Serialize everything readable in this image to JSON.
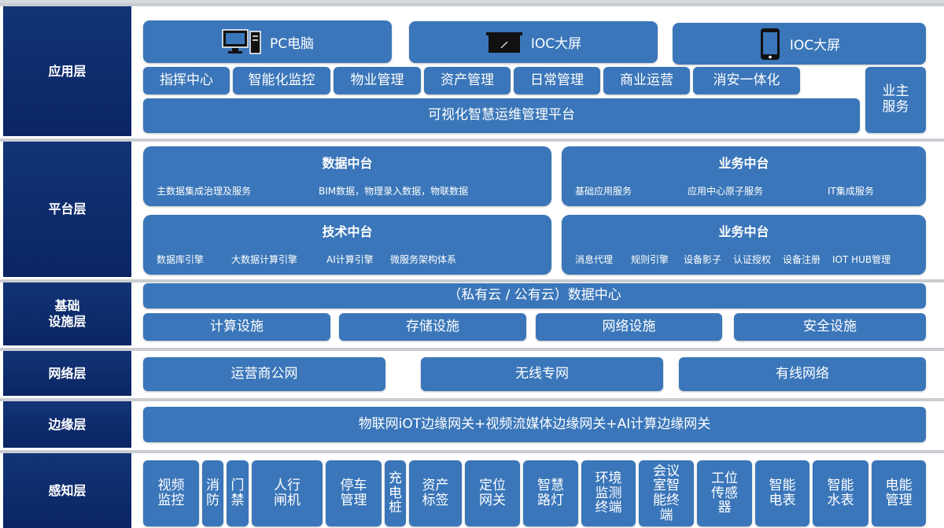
{
  "layers": {
    "application": "应用层",
    "platform": "平台层",
    "infrastructure": "基础\n设施层",
    "network": "网络层",
    "edge": "边缘层",
    "perception": "感知层"
  },
  "devices": {
    "pc": {
      "label": "PC电脑",
      "icon": "desktop-pc-icon"
    },
    "ioc_screen": {
      "label": "IOC大屏",
      "icon": "large-screen-icon"
    },
    "ioc_mobile": {
      "label": "IOC大屏",
      "icon": "mobile-phone-icon"
    }
  },
  "apps": [
    "指挥中心",
    "智能化监控",
    "物业管理",
    "资产管理",
    "日常管理",
    "商业运营",
    "消安一体化"
  ],
  "owner_service": "业主\n服务",
  "ops_platform": "可视化智慧运维管理平台",
  "platform": {
    "data": {
      "title": "数据中台",
      "items": [
        "主数据集成治理及服务",
        "BIM数据，物理录入数据，物联数据"
      ]
    },
    "business1": {
      "title": "业务中台",
      "items": [
        "基础应用服务",
        "应用中心原子服务",
        "IT集成服务"
      ]
    },
    "tech": {
      "title": "技术中台",
      "items": [
        "数据库引擎",
        "大数据计算引擎",
        "AI计算引擎",
        "微服务架构体系"
      ]
    },
    "business2": {
      "title": "业务中台",
      "items": [
        "消息代理",
        "规则引擎",
        "设备影子",
        "认证授权",
        "设备注册",
        "IOT HUB管理"
      ]
    }
  },
  "infrastructure": {
    "datacenter": "（私有云 / 公有云）数据中心",
    "items": [
      "计算设施",
      "存储设施",
      "网络设施",
      "安全设施"
    ]
  },
  "network": [
    "运营商公网",
    "无线专网",
    "有线网络"
  ],
  "edge": "物联网iOT边缘网关+视频流媒体边缘网关+AI计算边缘网关",
  "perception": [
    "视频\n监控",
    "消\n防",
    "门\n禁",
    "人行\n闸机",
    "停车\n管理",
    "充\n电\n桩",
    "资产\n标签",
    "定位\n网关",
    "智慧\n路灯",
    "环境\n监测\n终端",
    "会议\n室智\n能终\n端",
    "工位\n传感\n器",
    "智能\n电表",
    "智能\n水表",
    "电能\n管理"
  ]
}
